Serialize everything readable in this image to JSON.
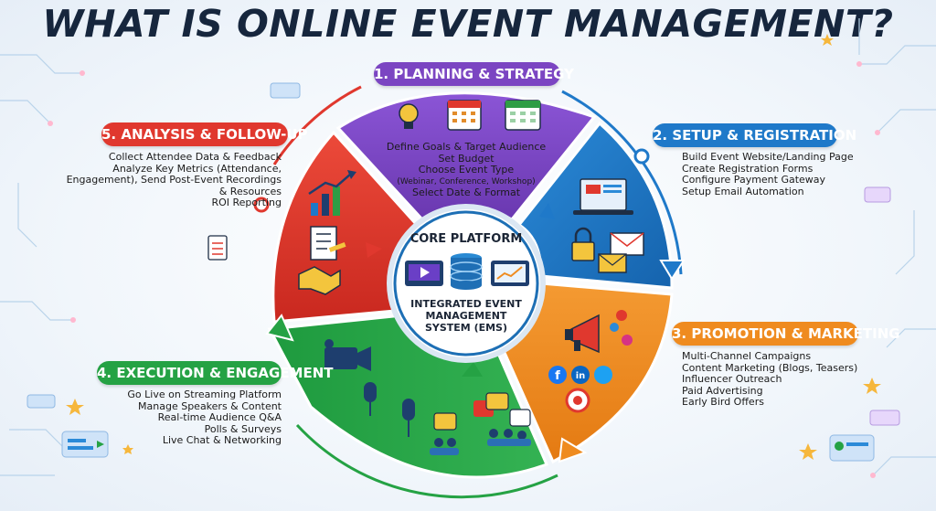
{
  "title": "WHAT IS ONLINE EVENT MANAGEMENT?",
  "core": {
    "heading": "CORE PLATFORM",
    "system_lines": [
      "INTEGRATED EVENT",
      "MANAGEMENT",
      "SYSTEM (EMS)"
    ]
  },
  "stages": {
    "planning": {
      "label": "1. PLANNING & STRATEGY",
      "items": [
        "Define Goals & Target Audience",
        "Set Budget",
        "Choose Event Type",
        "(Webinar, Conference, Workshop)",
        "Select Date & Format"
      ]
    },
    "setup": {
      "label": "2. SETUP & REGISTRATION",
      "items": [
        "Build Event Website/Landing Page",
        "Create Registration Forms",
        "Configure Payment Gateway",
        "Setup Email Automation"
      ]
    },
    "promotion": {
      "label": "3. PROMOTION & MARKETING",
      "items": [
        "Multi-Channel Campaigns",
        "Content Marketing (Blogs, Teasers)",
        "Influencer Outreach",
        "Paid Advertising",
        "Early Bird Offers"
      ]
    },
    "execution": {
      "label": "4. EXECUTION & ENGAGEMENT",
      "items": [
        "Go Live on Streaming Platform",
        "Manage Speakers & Content",
        "Real-time Audience Q&A",
        "Polls & Surveys",
        "Live Chat & Networking"
      ]
    },
    "analysis": {
      "label": "5. ANALYSIS & FOLLOW-UP",
      "items": [
        "Collect Attendee Data & Feedback",
        "Analyze Key Metrics (Attendance,",
        "Engagement), Send Post-Event Recordings",
        "& Resources",
        "ROI Reporting"
      ]
    }
  },
  "social_letters": {
    "facebook": "f",
    "linkedin": "in"
  },
  "colors": {
    "planning": "#7b45c2",
    "setup": "#1f79c9",
    "promotion": "#ef8b1f",
    "execution": "#25a244",
    "analysis": "#e0382e",
    "title": "#16263d",
    "core_ring": "#1d6fb5"
  }
}
